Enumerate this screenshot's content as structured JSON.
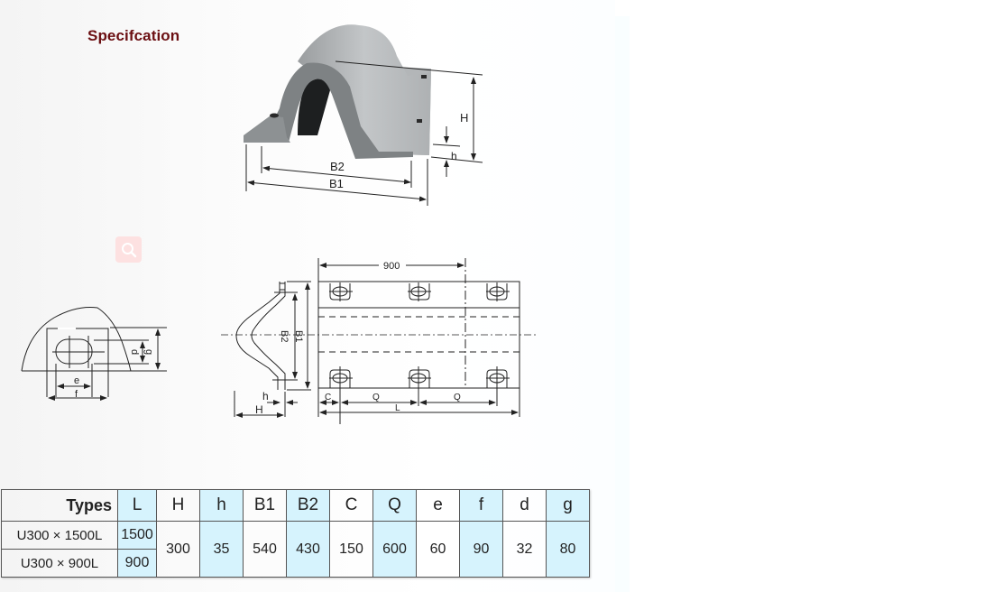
{
  "heading": "Specifcation",
  "zoom_badge_icon": "magnifier-icon",
  "drawing_labels": {
    "perspective": {
      "H": "H",
      "h": "h",
      "B2": "B2",
      "B1": "B1"
    },
    "bolt_hole": {
      "e": "e",
      "f": "f",
      "d": "d",
      "g": "g"
    },
    "section": {
      "B2": "B2",
      "B1": "B1",
      "h": "h",
      "H": "H"
    },
    "plan": {
      "pitch": "900",
      "C": "C",
      "Q1": "Q",
      "Q2": "Q",
      "L": "L"
    }
  },
  "table": {
    "headers": [
      "Types",
      "L",
      "H",
      "h",
      "B1",
      "B2",
      "C",
      "Q",
      "e",
      "f",
      "d",
      "g"
    ],
    "highlight_columns": [
      "L",
      "h",
      "B2",
      "Q",
      "f",
      "g"
    ],
    "rows": [
      {
        "type": "U300 × 1500L",
        "L": "1500"
      },
      {
        "type": "U300 × 900L",
        "L": "900"
      }
    ],
    "shared": {
      "H": "300",
      "h": "35",
      "B1": "540",
      "B2": "430",
      "C": "150",
      "Q": "600",
      "e": "60",
      "f": "90",
      "d": "32",
      "g": "80"
    }
  },
  "colors": {
    "heading": "#6b0f12",
    "highlight_cell": "#d6f3fd",
    "badge": "#fde1e1"
  }
}
